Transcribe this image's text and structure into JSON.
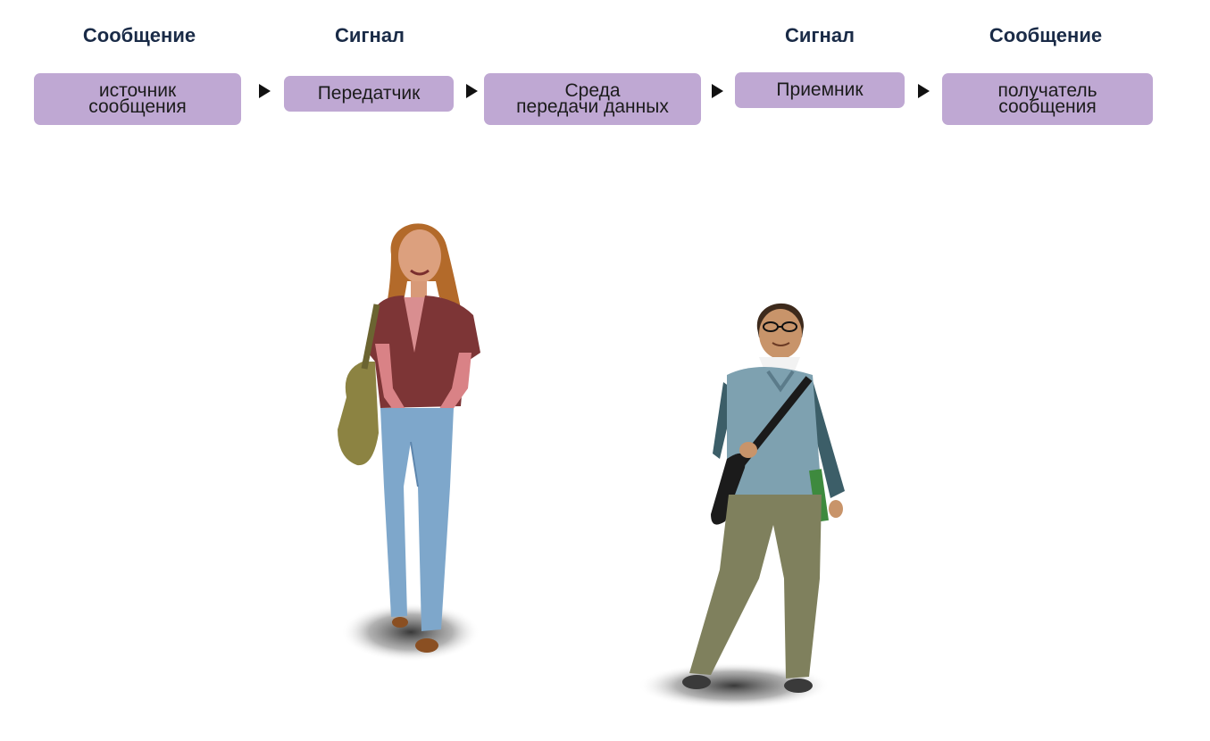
{
  "headings": {
    "source_message": "Сообщение",
    "transmitter_signal": "Сигнал",
    "receiver_signal": "Сигнал",
    "destination_message": "Сообщение"
  },
  "boxes": {
    "source": {
      "line1": "источник",
      "line2": "сообщения"
    },
    "transmitter": {
      "line1": "Передатчик"
    },
    "medium": {
      "line1": "Среда",
      "line2": "передачи данных"
    },
    "receiver": {
      "line1": "Приемник"
    },
    "destination": {
      "line1": "получатель",
      "line2": "сообщения"
    }
  },
  "colors": {
    "box_fill": "#bfa8d3",
    "heading_text": "#1a2b47",
    "arrow": "#111111"
  },
  "icons": {
    "arrows": "right-triangle",
    "woman": "woman-student-illustration",
    "man": "man-student-illustration"
  }
}
